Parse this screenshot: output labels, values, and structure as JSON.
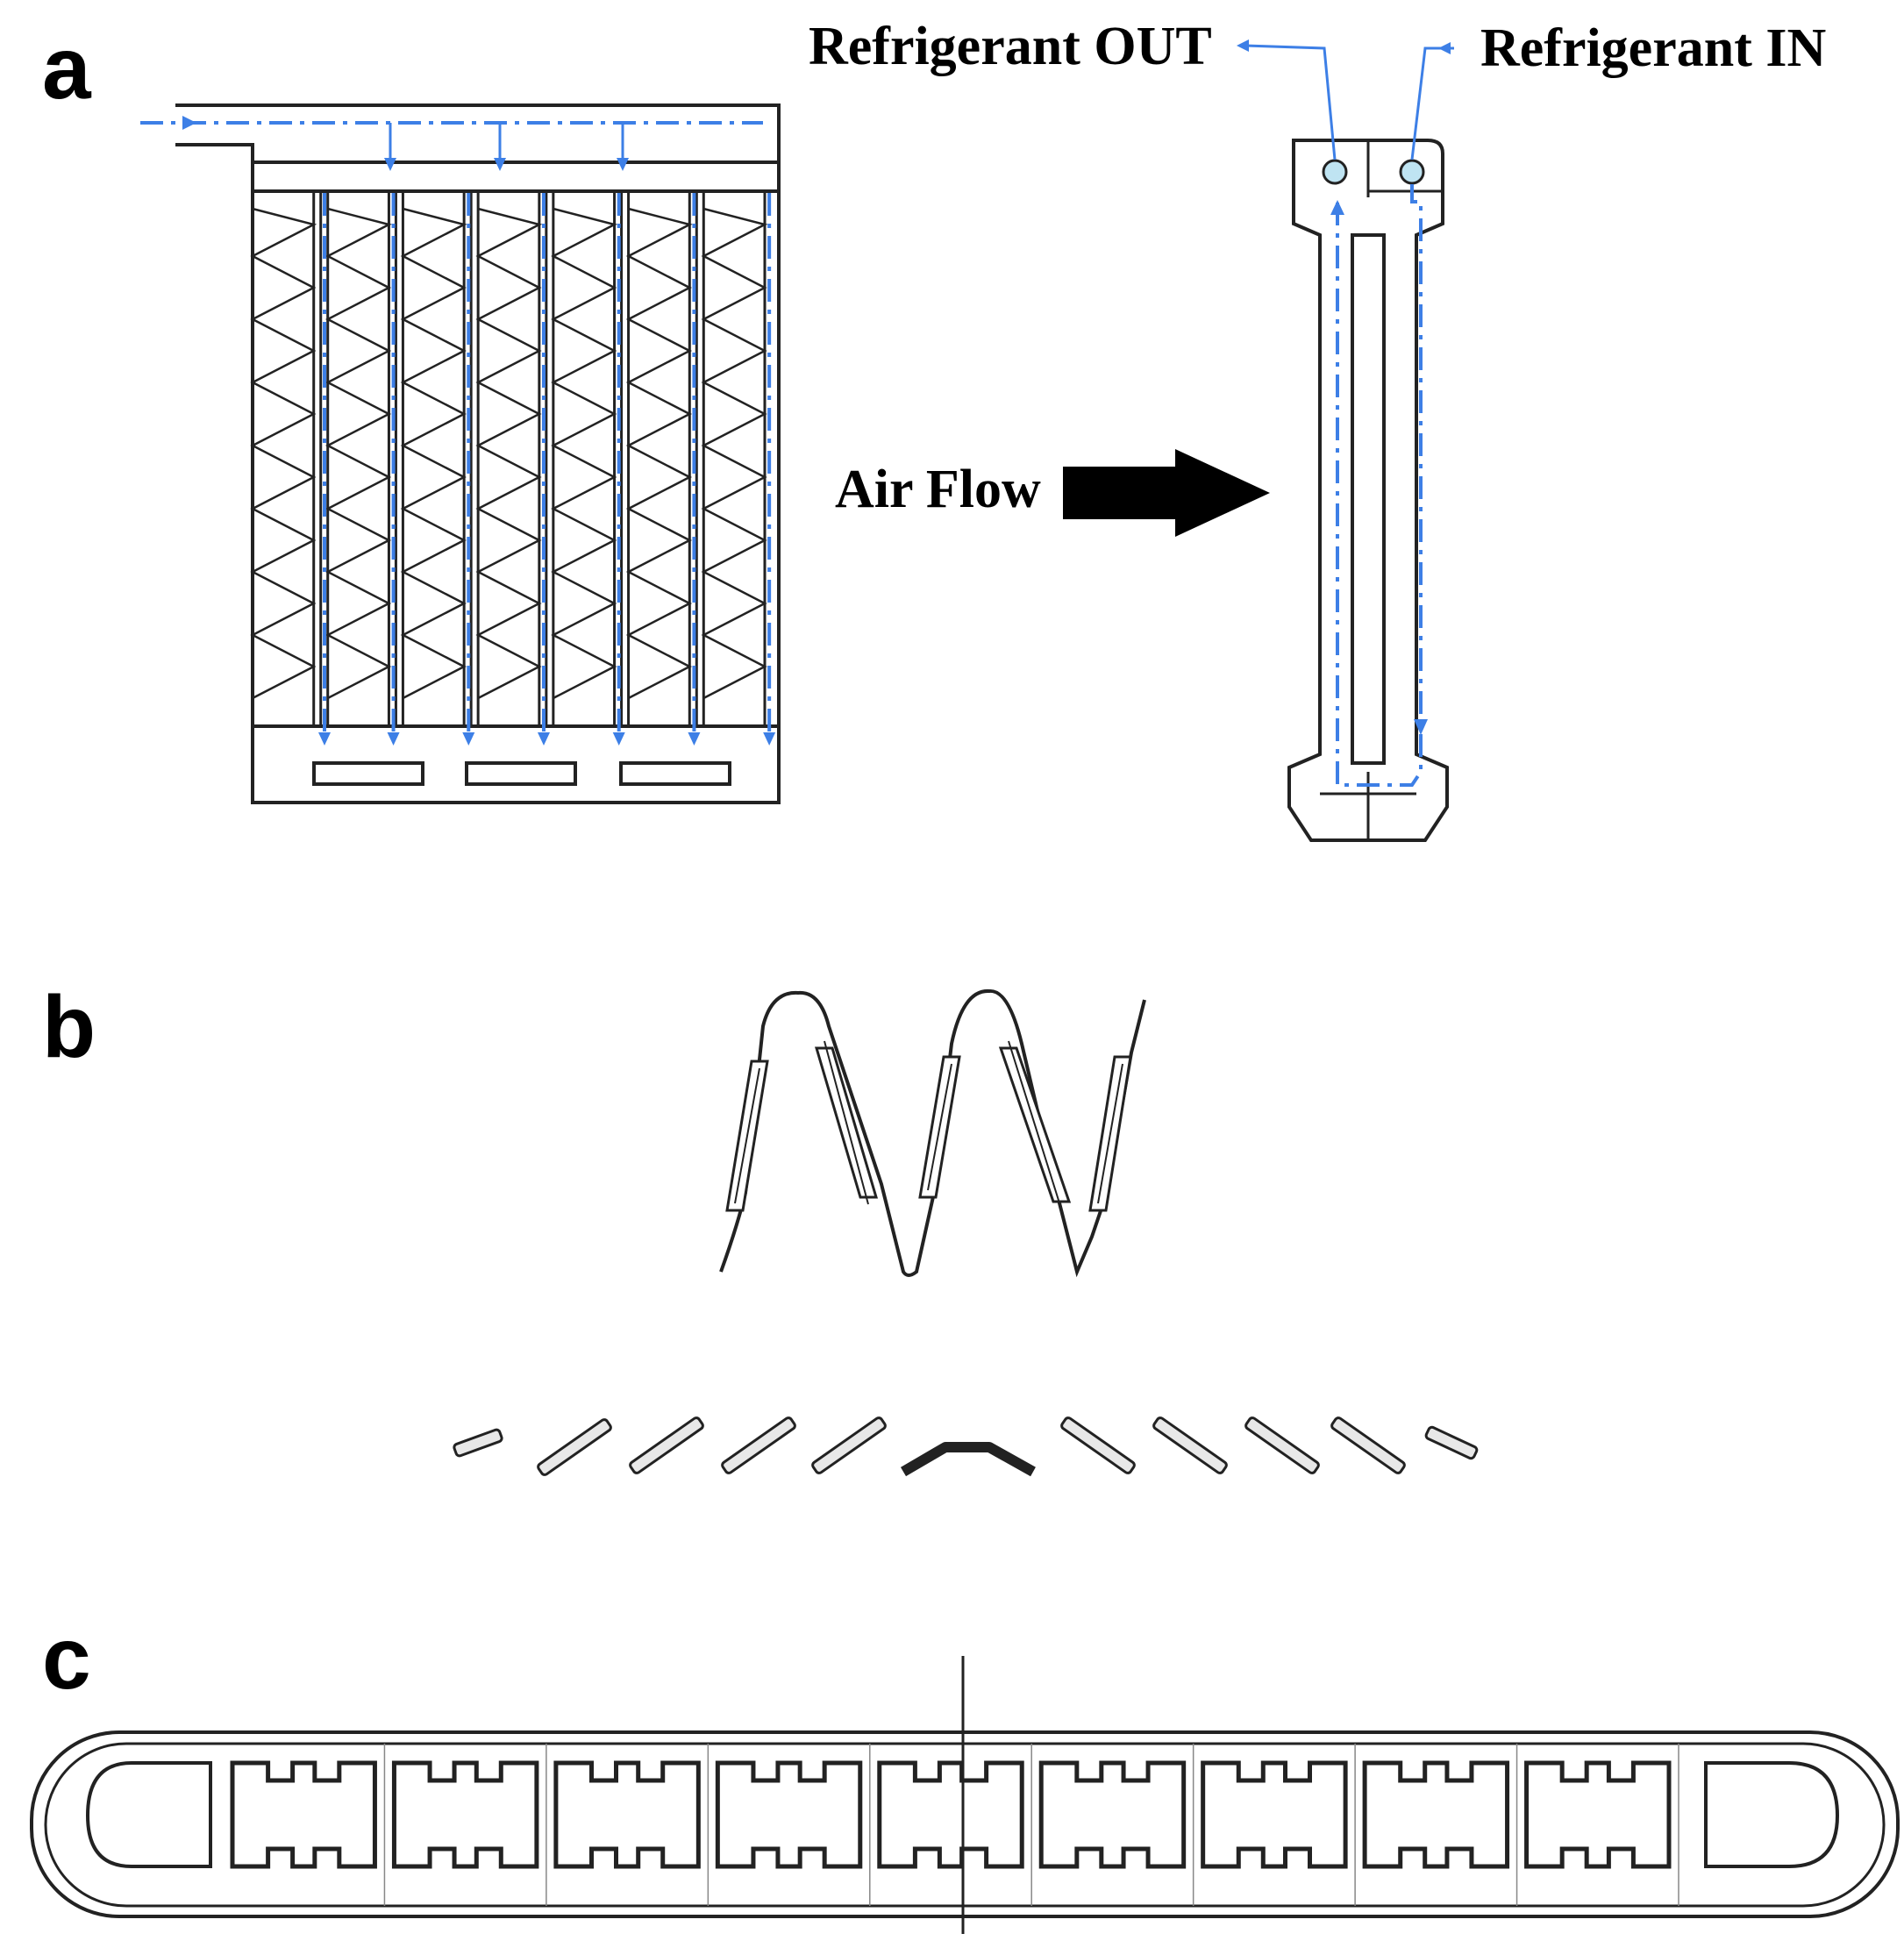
{
  "panels": {
    "a": "a",
    "b": "b",
    "c": "c"
  },
  "labels": {
    "refrigerant_out": "Refrigerant OUT",
    "refrigerant_in": "Refrigerant IN",
    "air_flow": "Air Flow"
  },
  "colors": {
    "flow": "#3d7fe6",
    "line": "#222222",
    "port": "#bfe4f2"
  }
}
